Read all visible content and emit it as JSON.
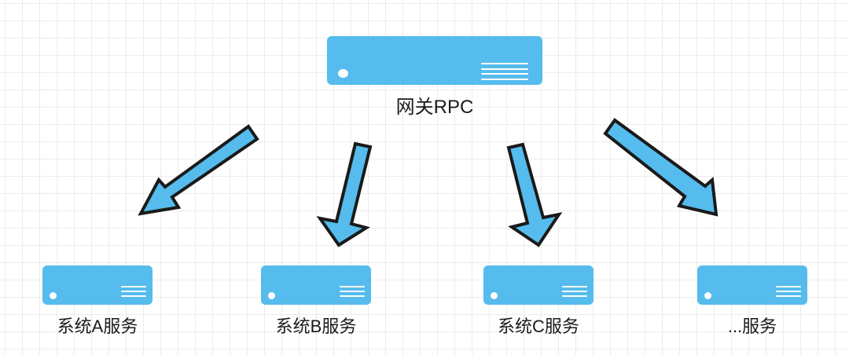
{
  "gateway": {
    "label": "网关RPC"
  },
  "services": [
    {
      "label": "系统A服务"
    },
    {
      "label": "系统B服务"
    },
    {
      "label": "系统C服务"
    },
    {
      "label": "...服务"
    }
  ],
  "colors": {
    "server_fill": "#55bced",
    "arrow_fill": "#55bced",
    "arrow_stroke": "#1a1a1a",
    "grid_line": "#ececec"
  }
}
